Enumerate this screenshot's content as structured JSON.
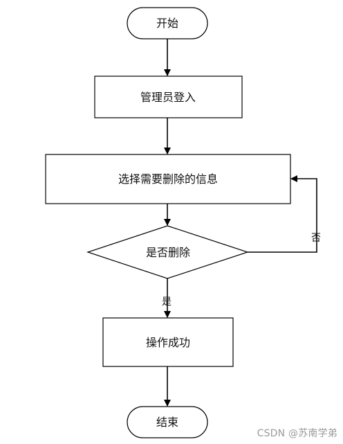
{
  "nodes": {
    "start": "开始",
    "admin_login": "管理员登入",
    "select_info": "选择需要删除的信息",
    "decision": "是否删除",
    "success": "操作成功",
    "end": "结束"
  },
  "edges": {
    "yes_label": "是",
    "no_label": "否"
  },
  "watermark": "CSDN @苏南学弟"
}
